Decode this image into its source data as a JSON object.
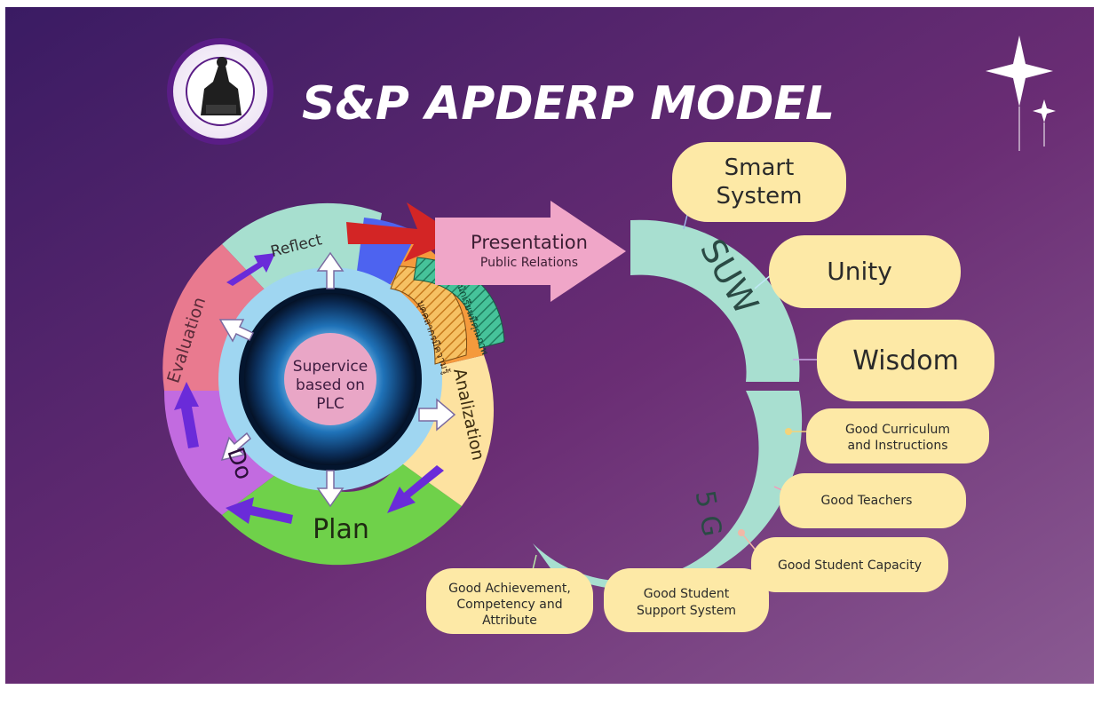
{
  "title": "S&P APDERP MODEL",
  "logo": {
    "name": "school-seal"
  },
  "center": {
    "line1": "Supervice",
    "line2": "based on",
    "line3": "PLC"
  },
  "cycle": {
    "reflect": "Reflect",
    "evaluation": "Evaluation",
    "do": "Do",
    "plan": "Plan",
    "analization": "Analization"
  },
  "thai_labels": {
    "a": "บุคคลากรมีความรู้",
    "b": "นักเรียนมีคุณภาพ"
  },
  "presentation": {
    "line1": "Presentation",
    "line2": "Public Relations"
  },
  "suw": {
    "label": "SUW",
    "items": [
      "Smart System",
      "Unity",
      "Wisdom"
    ],
    "smart_line1": "Smart",
    "smart_line2": "System"
  },
  "fiveg": {
    "label": "5 G",
    "curriculum_line1": "Good Curriculum",
    "curriculum_line2": "and Instructions",
    "teachers": "Good Teachers",
    "capacity": "Good Student Capacity",
    "support_line1": "Good Student",
    "support_line2": "Support System",
    "achievement_line1": "Good Achievement,",
    "achievement_line2": "Competency and",
    "achievement_line3": "Attribute"
  },
  "colors": {
    "bg_dark": "#3a1b63",
    "bg_light": "#7d4a8e",
    "mint": "#a8dfd0",
    "pill": "#fde9a6",
    "pink": "#e889b9",
    "green": "#6fd14a",
    "violet": "#6a2bd9",
    "inner_ring": "#9fd6f1",
    "red_arrow": "#d32525"
  }
}
